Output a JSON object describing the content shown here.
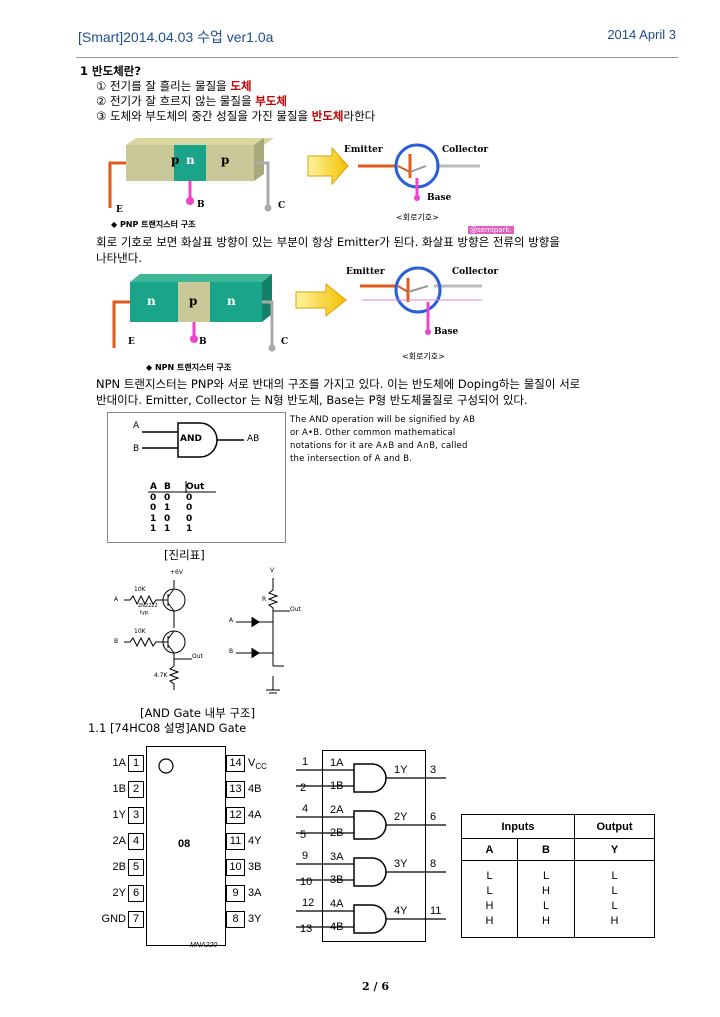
{
  "header": {
    "title": "[Smart]2014.04.03 수업  ver1.0a",
    "date": "2014 April 3"
  },
  "section1": {
    "heading": "1  반도체란?",
    "items": [
      {
        "num": "①",
        "before": " 전기를 잘 흘리는 물질을 ",
        "emph": "도체",
        "after": ""
      },
      {
        "num": "②",
        "before": " 전기가 잘 흐르지 않는 물질을 ",
        "emph": "부도체",
        "after": ""
      },
      {
        "num": "③",
        "before": " 도체와 부도체의 중간 성질을 가진 물질을 ",
        "emph": "반도체",
        "after": "라한다"
      }
    ]
  },
  "pnp": {
    "layers": [
      "p",
      "n",
      "p"
    ],
    "e": "E",
    "b": "B",
    "c": "C",
    "caption": "◆ PNP 트랜지스터 구조",
    "emitter": "Emitter",
    "collector": "Collector",
    "base": "Base",
    "symbol_caption": "<회로기호>",
    "watermark": "@semipark."
  },
  "para1": [
    "회로 기호로 보면 화살표 방향이 있는 부분이 항상 Emitter가 된다. 화살표 방향은 전류의 방향을",
    "나타낸다."
  ],
  "npn": {
    "layers": [
      "n",
      "p",
      "n"
    ],
    "e": "E",
    "b": "B",
    "c": "C",
    "caption": "◆ NPN 트랜지스터 구조",
    "emitter": "Emitter",
    "collector": "Collector",
    "base": "Base",
    "symbol_caption": "<회로기호>"
  },
  "para2": [
    "NPN 트랜지스터는 PNP와 서로 반대의 구조를 가지고 있다. 이는 반도체에 Doping하는 물질이 서로",
    "반대이다. Emitter, Collector 는 N형 반도체, Base는 P형 반도체물질로 구성되어 있다."
  ],
  "and_box": {
    "in_a": "A",
    "in_b": "B",
    "gate": "AND",
    "out": "AB",
    "table_header": [
      "A",
      "B",
      "Out"
    ],
    "table_rows": [
      [
        "0",
        "0",
        "0"
      ],
      [
        "0",
        "1",
        "0"
      ],
      [
        "1",
        "0",
        "0"
      ],
      [
        "1",
        "1",
        "1"
      ]
    ]
  },
  "and_note": [
    "The AND operation will be signified by AB",
    "or A•B. Other common mathematical",
    "notations for it are  A∧B  and  A∩B, called",
    "the intersection of A and B."
  ],
  "truth_caption": "[진리표]",
  "circuit1": {
    "vcc": "+6V",
    "r1": "10K",
    "r2": "10K",
    "part": "2N2222",
    "typ": "typ.",
    "a": "A",
    "b": "B",
    "out": "Out",
    "r3": "4.7K"
  },
  "circuit2": {
    "v": "V",
    "r": "R",
    "out": "Out",
    "a": "A",
    "b": "B"
  },
  "internal_caption": "[AND Gate 내부 구조]",
  "sub_heading": "1.1 [74HC08 설명]AND Gate",
  "chip": {
    "label": "08",
    "left_pins": [
      {
        "name": "1A",
        "num": "1"
      },
      {
        "name": "1B",
        "num": "2"
      },
      {
        "name": "1Y",
        "num": "3"
      },
      {
        "name": "2A",
        "num": "4"
      },
      {
        "name": "2B",
        "num": "5"
      },
      {
        "name": "2Y",
        "num": "6"
      },
      {
        "name": "GND",
        "num": "7"
      }
    ],
    "right_pins": [
      {
        "num": "14",
        "name": "V",
        "sub": "CC"
      },
      {
        "num": "13",
        "name": "4B",
        "sub": ""
      },
      {
        "num": "12",
        "name": "4A",
        "sub": ""
      },
      {
        "num": "11",
        "name": "4Y",
        "sub": ""
      },
      {
        "num": "10",
        "name": "3B",
        "sub": ""
      },
      {
        "num": "9",
        "name": "3A",
        "sub": ""
      },
      {
        "num": "8",
        "name": "3Y",
        "sub": ""
      }
    ],
    "code": "MNA220"
  },
  "gates": [
    {
      "n1": "1",
      "a": "1A",
      "n2": "2",
      "b": "1B",
      "y": "1Y",
      "ny": "3"
    },
    {
      "n1": "4",
      "a": "2A",
      "n2": "5",
      "b": "2B",
      "y": "2Y",
      "ny": "6"
    },
    {
      "n1": "9",
      "a": "3A",
      "n2": "10",
      "b": "3B",
      "y": "3Y",
      "ny": "8"
    },
    {
      "n1": "12",
      "a": "4A",
      "n2": "13",
      "b": "4B",
      "y": "4Y",
      "ny": "11"
    }
  ],
  "function_table": {
    "group_inputs": "Inputs",
    "group_output": "Output",
    "cols": [
      "A",
      "B",
      "Y"
    ],
    "rows": [
      [
        "L",
        "L",
        "L"
      ],
      [
        "L",
        "H",
        "L"
      ],
      [
        "H",
        "L",
        "L"
      ],
      [
        "H",
        "H",
        "H"
      ]
    ]
  },
  "footer": {
    "page": "2 / 6"
  }
}
